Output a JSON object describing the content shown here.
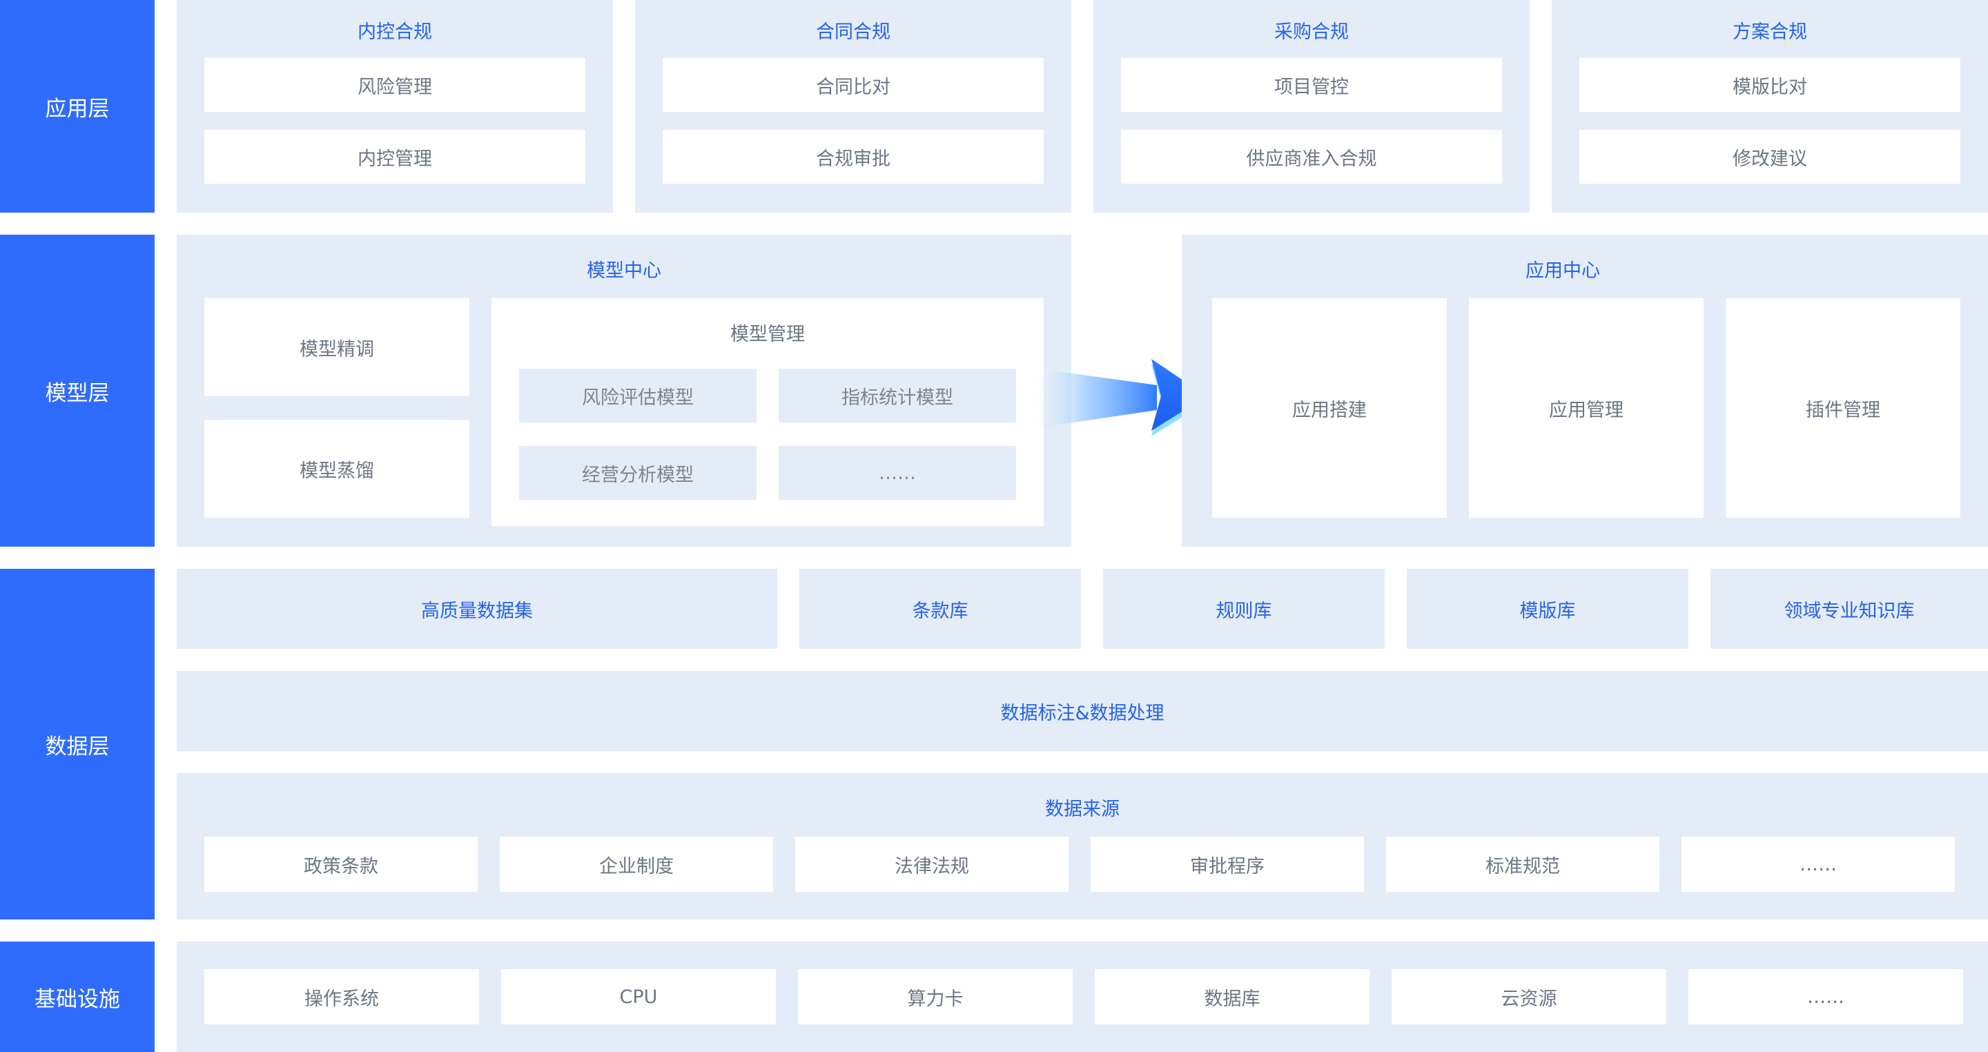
{
  "layers": {
    "app": "应用层",
    "model": "模型层",
    "data": "数据层",
    "infra": "基础设施"
  },
  "app_layer": {
    "groups": [
      {
        "title": "内控合规",
        "items": [
          "风险管理",
          "内控管理"
        ]
      },
      {
        "title": "合同合规",
        "items": [
          "合同比对",
          "合规审批"
        ]
      },
      {
        "title": "采购合规",
        "items": [
          "项目管控",
          "供应商准入合规"
        ]
      },
      {
        "title": "方案合规",
        "items": [
          "模版比对",
          "修改建议"
        ]
      }
    ]
  },
  "model_layer": {
    "model_center": {
      "title": "模型中心",
      "finetune": "模型精调",
      "distill": "模型蒸馏",
      "management": {
        "title": "模型管理",
        "items": [
          "风险评估模型",
          "指标统计模型",
          "经营分析模型",
          "……"
        ]
      }
    },
    "app_center": {
      "title": "应用中心",
      "items": [
        "应用搭建",
        "应用管理",
        "插件管理"
      ]
    }
  },
  "data_layer": {
    "repos": [
      "高质量数据集",
      "条款库",
      "规则库",
      "模版库",
      "领域专业知识库"
    ],
    "processing": "数据标注&数据处理",
    "sources": {
      "title": "数据来源",
      "items": [
        "政策条款",
        "企业制度",
        "法律法规",
        "审批程序",
        "标准规范",
        "……"
      ]
    }
  },
  "infra_layer": {
    "items": [
      "操作系统",
      "CPU",
      "算力卡",
      "数据库",
      "云资源",
      "……"
    ]
  },
  "colors": {
    "accent": "#2f6cfb",
    "panel": "#e4ecf7",
    "title_text": "#2563eb",
    "body_text": "#6c7684"
  }
}
